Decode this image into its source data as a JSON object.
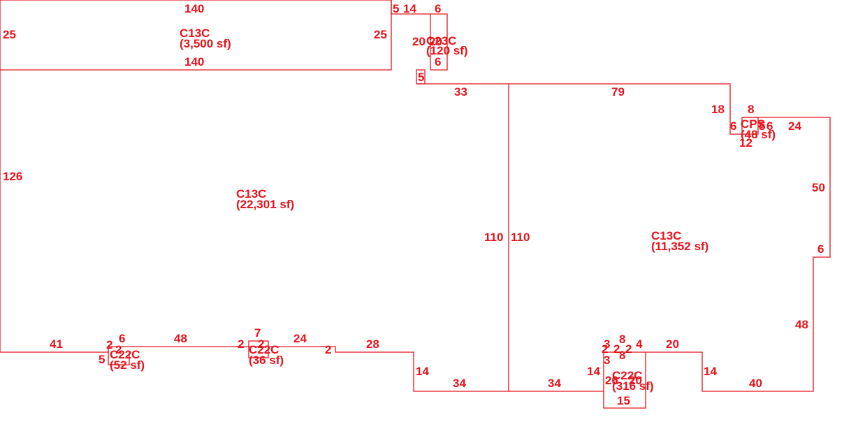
{
  "sketch": {
    "line_color": "#e8131b",
    "areas": [
      {
        "code": "C13C",
        "area": "(3,500 sf)"
      },
      {
        "code": "C13C",
        "area": "(22,301 sf)"
      },
      {
        "code": "C13C",
        "area": "(11,352 sf)"
      },
      {
        "code": "C23C",
        "area": "(120 sf)"
      },
      {
        "code": "CPS",
        "area": "(48 sf)"
      },
      {
        "code": "C22C",
        "area": "(52 sf)"
      },
      {
        "code": "C22C",
        "area": "(36 sf)"
      },
      {
        "code": "C22C",
        "area": "(316 sf)"
      }
    ],
    "dimensions": [
      "140",
      "5",
      "14",
      "6",
      "25",
      "25",
      "20",
      "20",
      "6",
      "140",
      "5",
      "33",
      "79",
      "18",
      "8",
      "6",
      "5",
      "6",
      "24",
      "12",
      "126",
      "110",
      "110",
      "50",
      "6",
      "48",
      "41",
      "2",
      "2",
      "6",
      "5",
      "48",
      "7",
      "2",
      "2",
      "24",
      "2",
      "28",
      "14",
      "34",
      "34",
      "14",
      "3",
      "2",
      "2",
      "2",
      "8",
      "4",
      "3",
      "8",
      "20",
      "14",
      "40",
      "26",
      "20",
      "15"
    ]
  }
}
